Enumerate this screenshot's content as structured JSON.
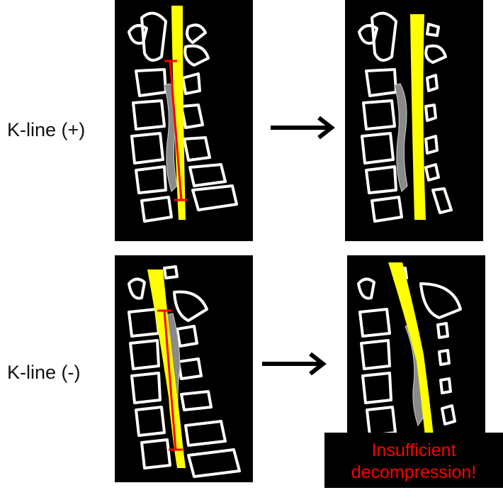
{
  "rows": [
    {
      "label": "K-line (+)"
    },
    {
      "label": "K-line (-)"
    }
  ],
  "warning": {
    "line1": "Insufficient",
    "line2": "decompression!"
  },
  "colors": {
    "background": "#ffffff",
    "panel": "#000000",
    "bone_outline": "#ffffff",
    "spinal_cord": "#ffff00",
    "k_line": "#ff0000",
    "ossification": "#8a8a8a",
    "warning_text": "#ff0000"
  }
}
